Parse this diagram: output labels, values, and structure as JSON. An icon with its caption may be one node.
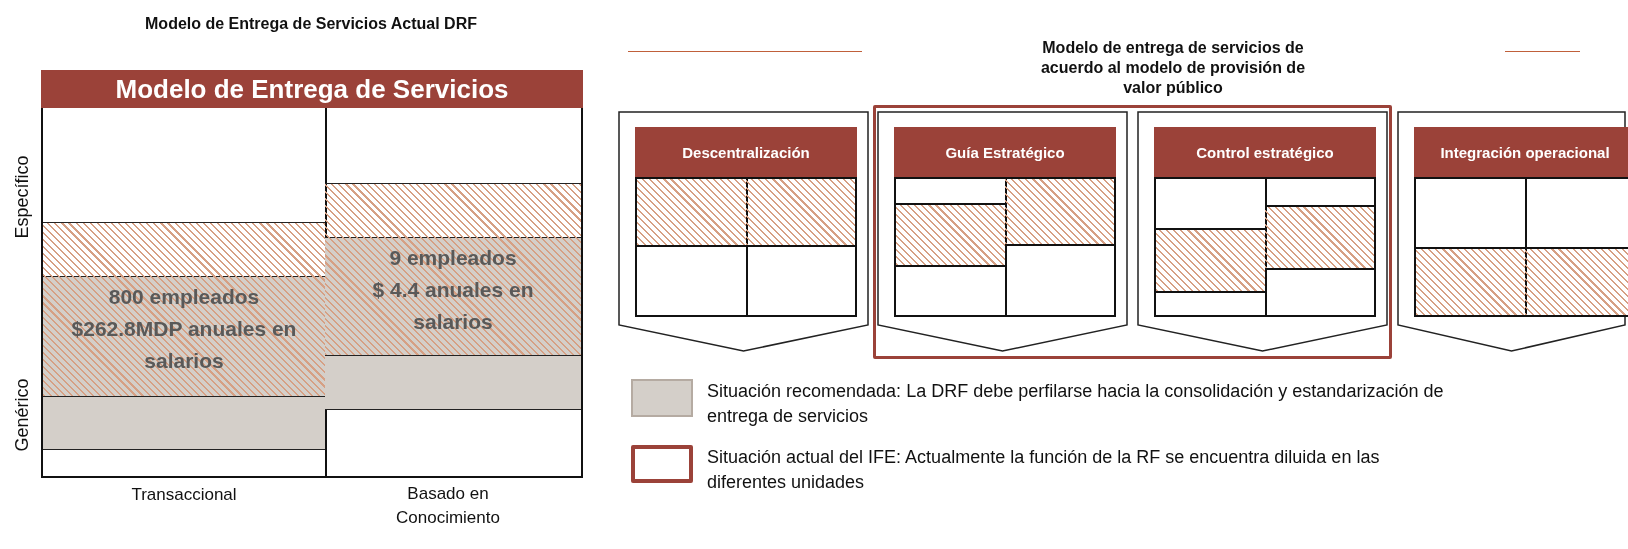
{
  "diagram": {
    "title": "Modelo de Entrega de Servicios Actual DRF",
    "nodes": [
      {
        "text": [
          "Modelo de Entrega de Servicios"
        ]
      },
      {
        "text": [
          "800 empleados",
          "$262.8MDP anuales en salarios"
        ]
      },
      {
        "text": [
          "9 empleados",
          "$ 4.4 anuales en salarios"
        ]
      },
      {
        "text": [
          "Descentralización"
        ]
      },
      {
        "text": [],
        "shape": "box"
      },
      {
        "text": [
          "Guía Estratégico"
        ],
        "in": 4
      },
      {
        "text": [
          "Control estratégico"
        ],
        "in": 4
      },
      {
        "text": [
          "Integración operacional"
        ]
      }
    ],
    "labels": [
      "Modelo de entrega de servicios de acuerdo al modelo de provisión de valor público",
      "Específico",
      "Genérico",
      "Transaccional",
      "Basado en Conocimiento"
    ],
    "legend": [
      {
        "text": "Situación recomendada: La DRF debe perfilarse hacia la consolidación y estandarización de entrega de servicios",
        "color": "#d4cfc9"
      },
      {
        "text": "Situación actual del IFE: Actualmente la función de la RF se encuentra diluida en las diferentes unidades"
      }
    ]
  }
}
